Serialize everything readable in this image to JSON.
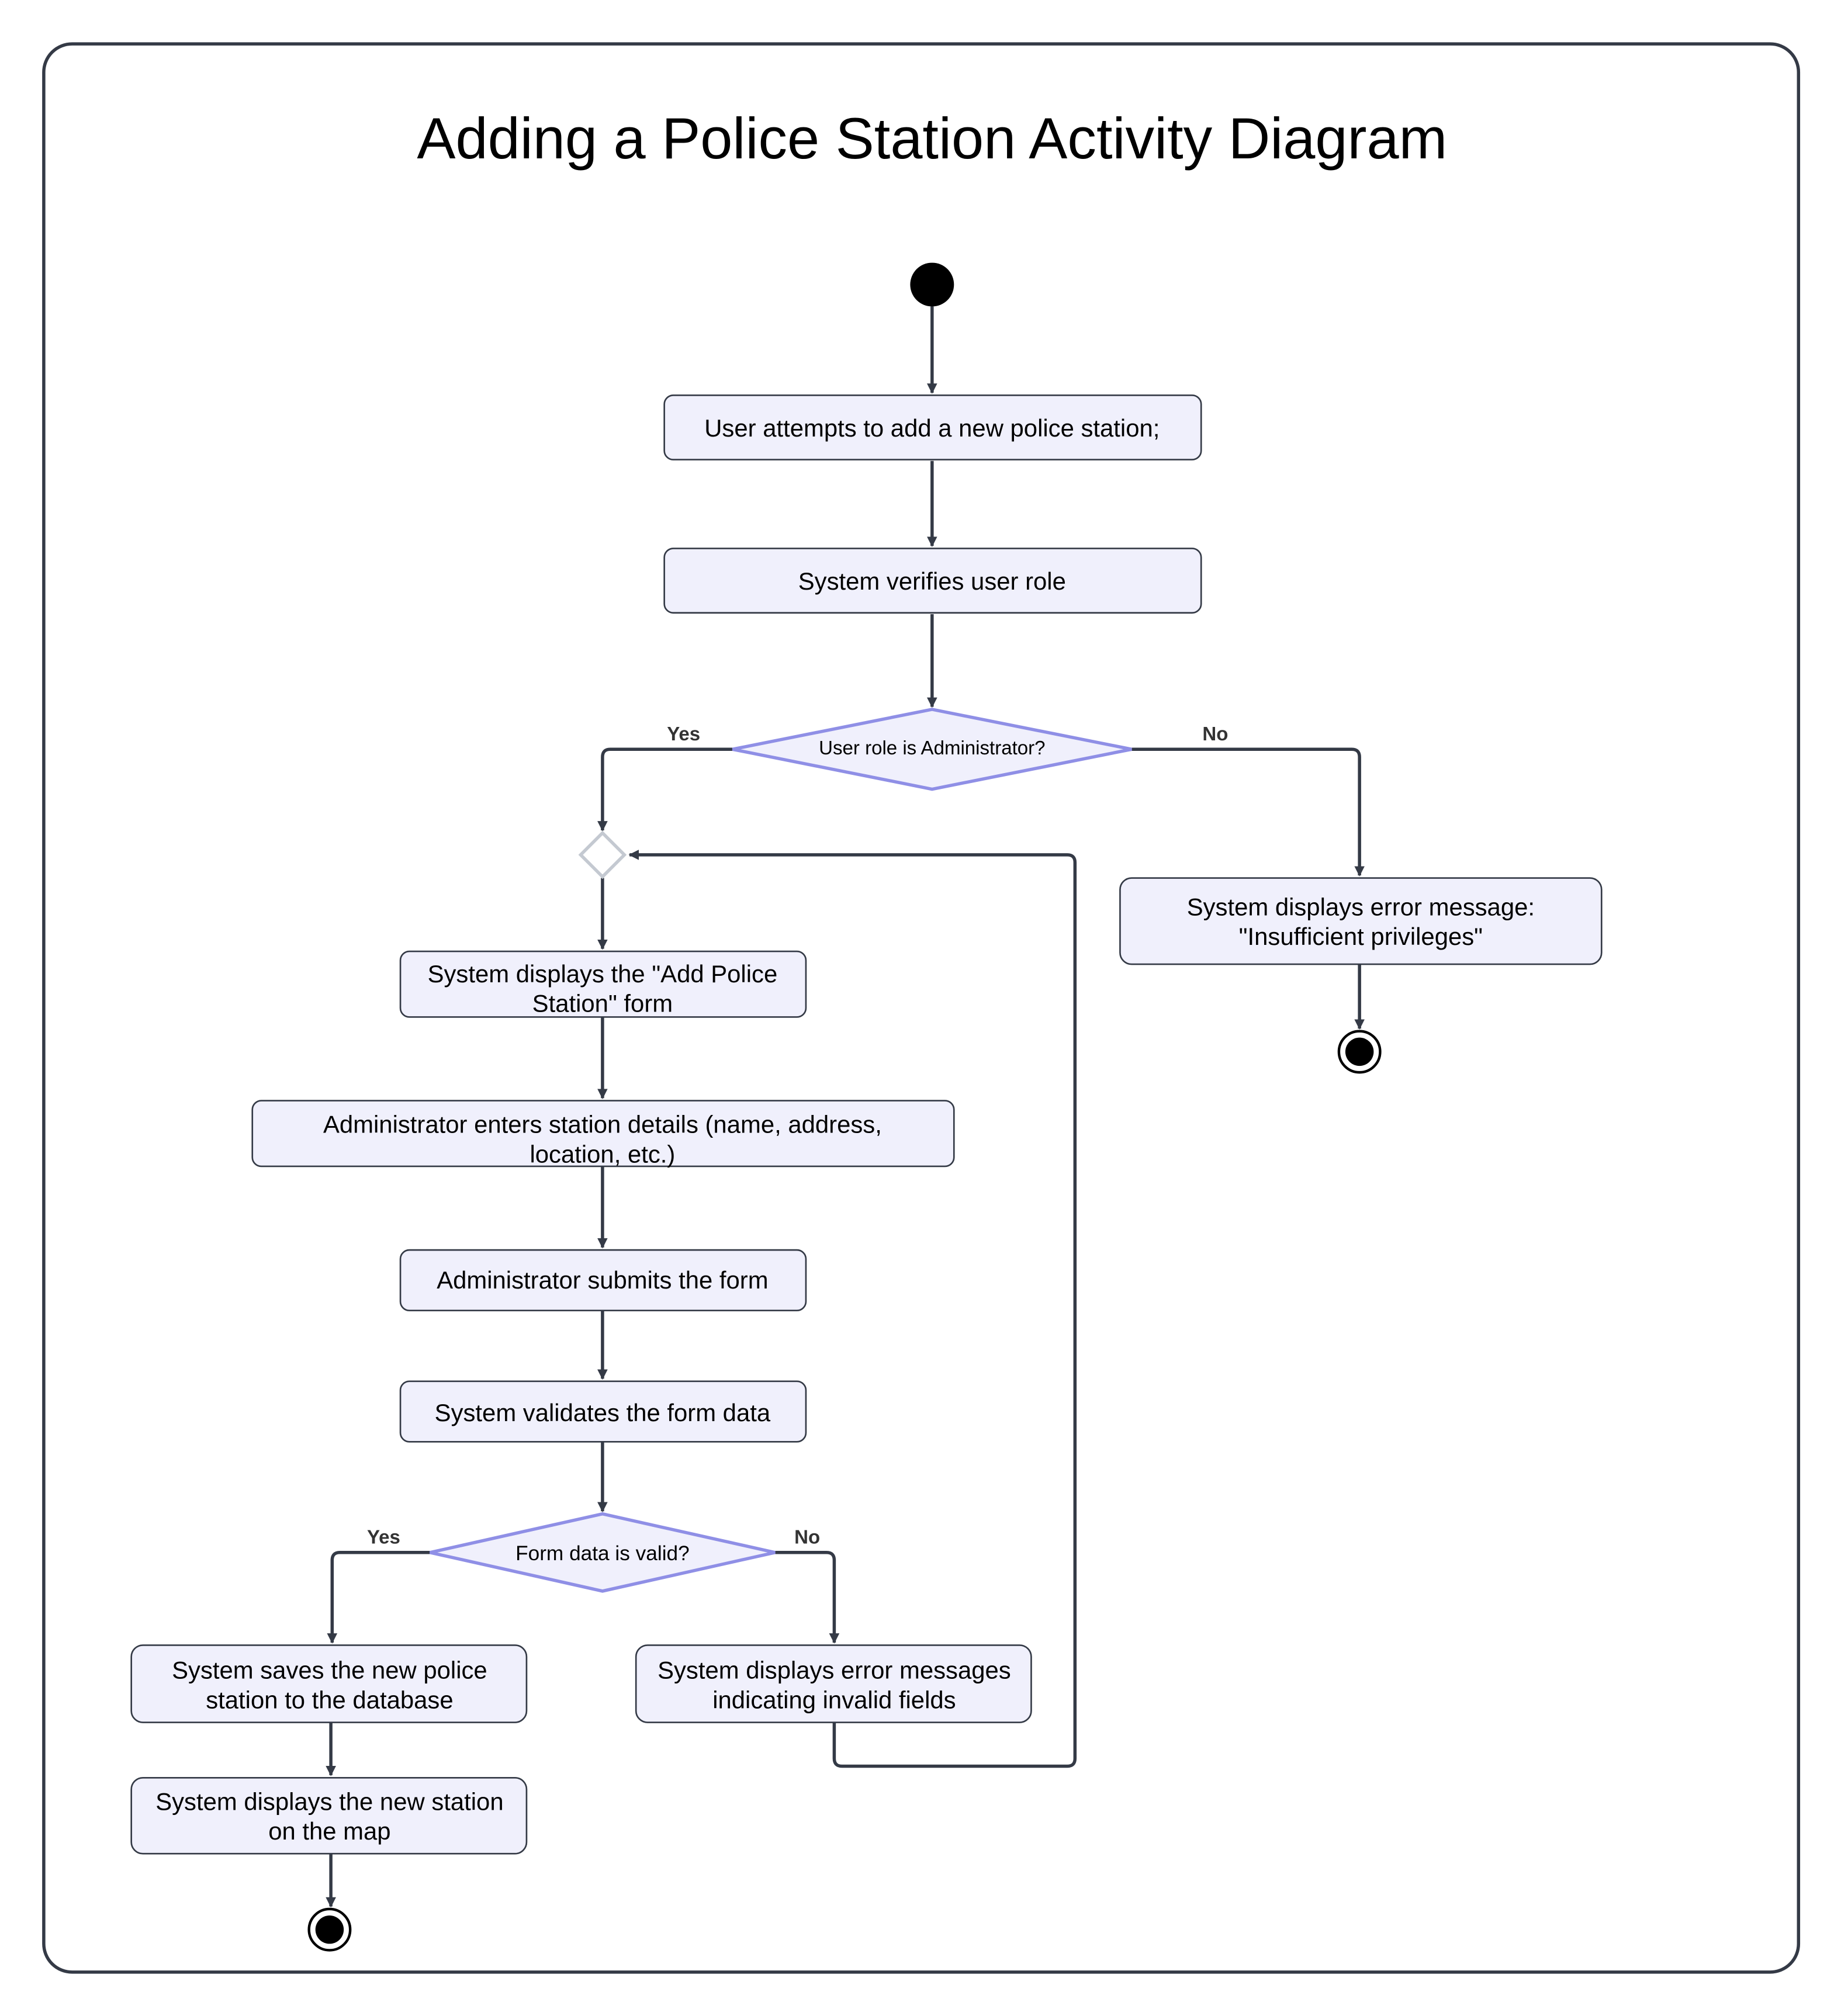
{
  "diagram": {
    "title": "Adding a Police Station Activity Diagram",
    "colors": {
      "frame": "#343a46",
      "node_fill": "#f0f0fc",
      "node_stroke": "#343a46",
      "decision_stroke": "#8f8fe6",
      "merge_stroke": "#c4c9d1",
      "edge": "#343a46",
      "text": "#000000"
    },
    "nodes": {
      "attempt": "User attempts to add a new police station;",
      "verify": "System verifies user role",
      "role_decision": "User role is Administrator?",
      "error_privileges": [
        "System displays error message:",
        "\"Insufficient privileges\""
      ],
      "display_form": [
        "System displays the \"Add Police",
        "Station\" form"
      ],
      "enter_details": [
        "Administrator enters station details (name, address,",
        "location, etc.)"
      ],
      "submit": "Administrator submits the form",
      "validate": "System validates the form data",
      "valid_decision": "Form data is valid?",
      "save": [
        "System saves the new police",
        "station to the database"
      ],
      "error_fields": [
        "System displays error messages",
        "indicating invalid fields"
      ],
      "display_map": [
        "System displays the new station",
        "on the map"
      ]
    },
    "edge_labels": {
      "role_yes": "Yes",
      "role_no": "No",
      "valid_yes": "Yes",
      "valid_no": "No"
    }
  }
}
